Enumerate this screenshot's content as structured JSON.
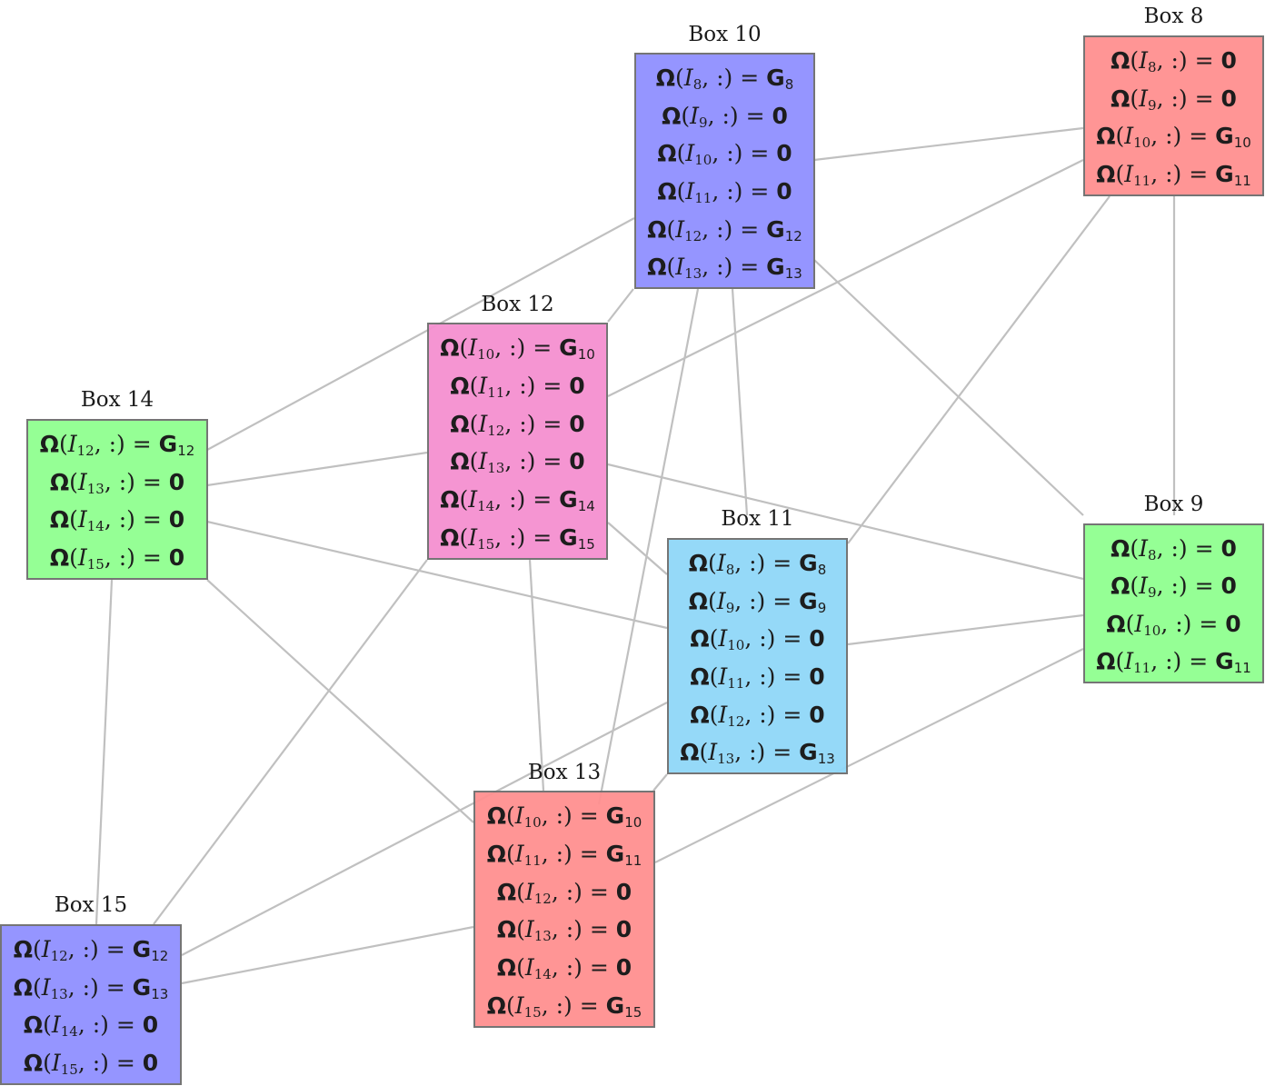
{
  "boxes": [
    {
      "id": "box-8",
      "title": "Box 8",
      "color": "#ff9090",
      "rows": [
        {
          "idx": "8",
          "rhs": "0"
        },
        {
          "idx": "9",
          "rhs": "0"
        },
        {
          "idx": "10",
          "rhs": "G",
          "sub": "10"
        },
        {
          "idx": "11",
          "rhs": "G",
          "sub": "11"
        }
      ]
    },
    {
      "id": "box-9",
      "title": "Box 9",
      "color": "#90ff90",
      "rows": [
        {
          "idx": "8",
          "rhs": "0"
        },
        {
          "idx": "9",
          "rhs": "0"
        },
        {
          "idx": "10",
          "rhs": "0"
        },
        {
          "idx": "11",
          "rhs": "G",
          "sub": "11"
        }
      ]
    },
    {
      "id": "box-10",
      "title": "Box 10",
      "color": "#9090ff",
      "rows": [
        {
          "idx": "8",
          "rhs": "G",
          "sub": "8"
        },
        {
          "idx": "9",
          "rhs": "0"
        },
        {
          "idx": "10",
          "rhs": "0"
        },
        {
          "idx": "11",
          "rhs": "0"
        },
        {
          "idx": "12",
          "rhs": "G",
          "sub": "12"
        },
        {
          "idx": "13",
          "rhs": "G",
          "sub": "13"
        }
      ]
    },
    {
      "id": "box-11",
      "title": "Box 11",
      "color": "#90d8f8",
      "rows": [
        {
          "idx": "8",
          "rhs": "G",
          "sub": "8"
        },
        {
          "idx": "9",
          "rhs": "G",
          "sub": "9"
        },
        {
          "idx": "10",
          "rhs": "0"
        },
        {
          "idx": "11",
          "rhs": "0"
        },
        {
          "idx": "12",
          "rhs": "0"
        },
        {
          "idx": "13",
          "rhs": "G",
          "sub": "13"
        }
      ]
    },
    {
      "id": "box-12",
      "title": "Box 12",
      "color": "#f590d0",
      "rows": [
        {
          "idx": "10",
          "rhs": "G",
          "sub": "10"
        },
        {
          "idx": "11",
          "rhs": "0"
        },
        {
          "idx": "12",
          "rhs": "0"
        },
        {
          "idx": "13",
          "rhs": "0"
        },
        {
          "idx": "14",
          "rhs": "G",
          "sub": "14"
        },
        {
          "idx": "15",
          "rhs": "G",
          "sub": "15"
        }
      ]
    },
    {
      "id": "box-13",
      "title": "Box 13",
      "color": "#ff9090",
      "rows": [
        {
          "idx": "10",
          "rhs": "G",
          "sub": "10"
        },
        {
          "idx": "11",
          "rhs": "G",
          "sub": "11"
        },
        {
          "idx": "12",
          "rhs": "0"
        },
        {
          "idx": "13",
          "rhs": "0"
        },
        {
          "idx": "14",
          "rhs": "0"
        },
        {
          "idx": "15",
          "rhs": "G",
          "sub": "15"
        }
      ]
    },
    {
      "id": "box-14",
      "title": "Box 14",
      "color": "#90ff90",
      "rows": [
        {
          "idx": "12",
          "rhs": "G",
          "sub": "12"
        },
        {
          "idx": "13",
          "rhs": "0"
        },
        {
          "idx": "14",
          "rhs": "0"
        },
        {
          "idx": "15",
          "rhs": "0"
        }
      ]
    },
    {
      "id": "box-15",
      "title": "Box 15",
      "color": "#9090ff",
      "rows": [
        {
          "idx": "12",
          "rhs": "G",
          "sub": "12"
        },
        {
          "idx": "13",
          "rhs": "G",
          "sub": "13"
        },
        {
          "idx": "14",
          "rhs": "0"
        },
        {
          "idx": "15",
          "rhs": "0"
        }
      ]
    }
  ],
  "edges": [
    [
      "box-10",
      "box-8"
    ],
    [
      "box-10",
      "box-9"
    ],
    [
      "box-10",
      "box-11"
    ],
    [
      "box-10",
      "box-12"
    ],
    [
      "box-10",
      "box-13"
    ],
    [
      "box-10",
      "box-14"
    ],
    [
      "box-8",
      "box-9"
    ],
    [
      "box-8",
      "box-11"
    ],
    [
      "box-8",
      "box-12"
    ],
    [
      "box-12",
      "box-9"
    ],
    [
      "box-12",
      "box-11"
    ],
    [
      "box-12",
      "box-13"
    ],
    [
      "box-12",
      "box-14"
    ],
    [
      "box-12",
      "box-15"
    ],
    [
      "box-14",
      "box-11"
    ],
    [
      "box-14",
      "box-13"
    ],
    [
      "box-14",
      "box-15"
    ],
    [
      "box-11",
      "box-9"
    ],
    [
      "box-11",
      "box-13"
    ],
    [
      "box-11",
      "box-15"
    ],
    [
      "box-9",
      "box-13"
    ],
    [
      "box-13",
      "box-15"
    ]
  ]
}
